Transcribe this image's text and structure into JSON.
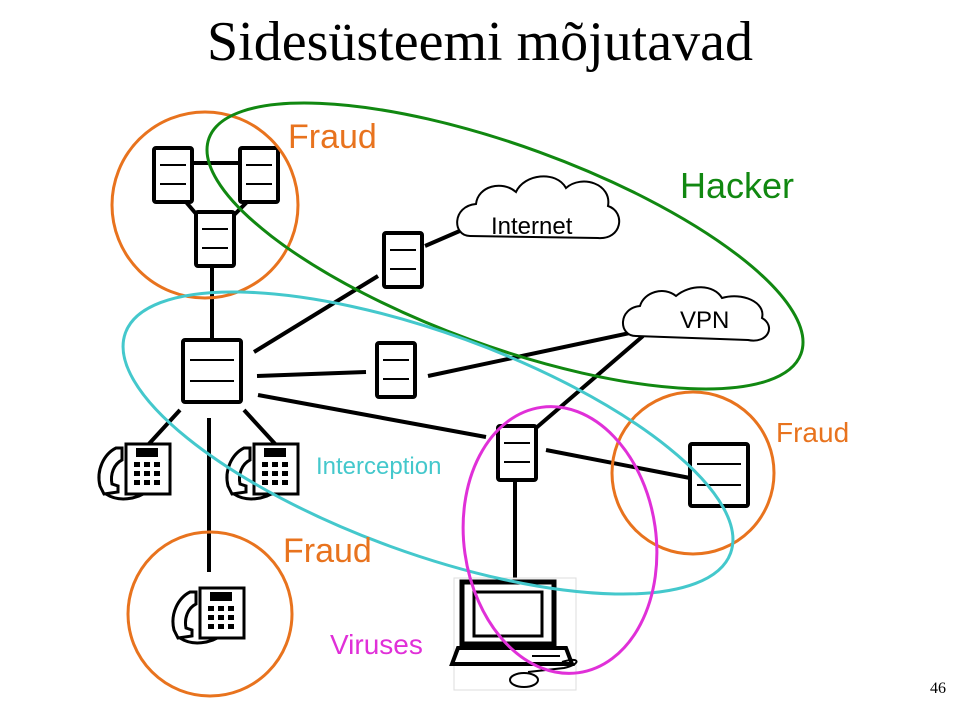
{
  "slide": {
    "title": "Sidesüsteemi mõjutavad",
    "page_number": "46"
  },
  "diagram": {
    "labels": {
      "fraud_top": "Fraud",
      "hacker": "Hacker",
      "internet": "Internet",
      "vpn": "VPN",
      "fraud_right": "Fraud",
      "interception": "Interception",
      "fraud_bottom": "Fraud",
      "viruses": "Viruses"
    },
    "colors": {
      "fraud": "#e8731e",
      "hacker": "#118811",
      "interception": "#44c8cc",
      "viruses": "#e030d8",
      "lines": "#000000"
    }
  }
}
